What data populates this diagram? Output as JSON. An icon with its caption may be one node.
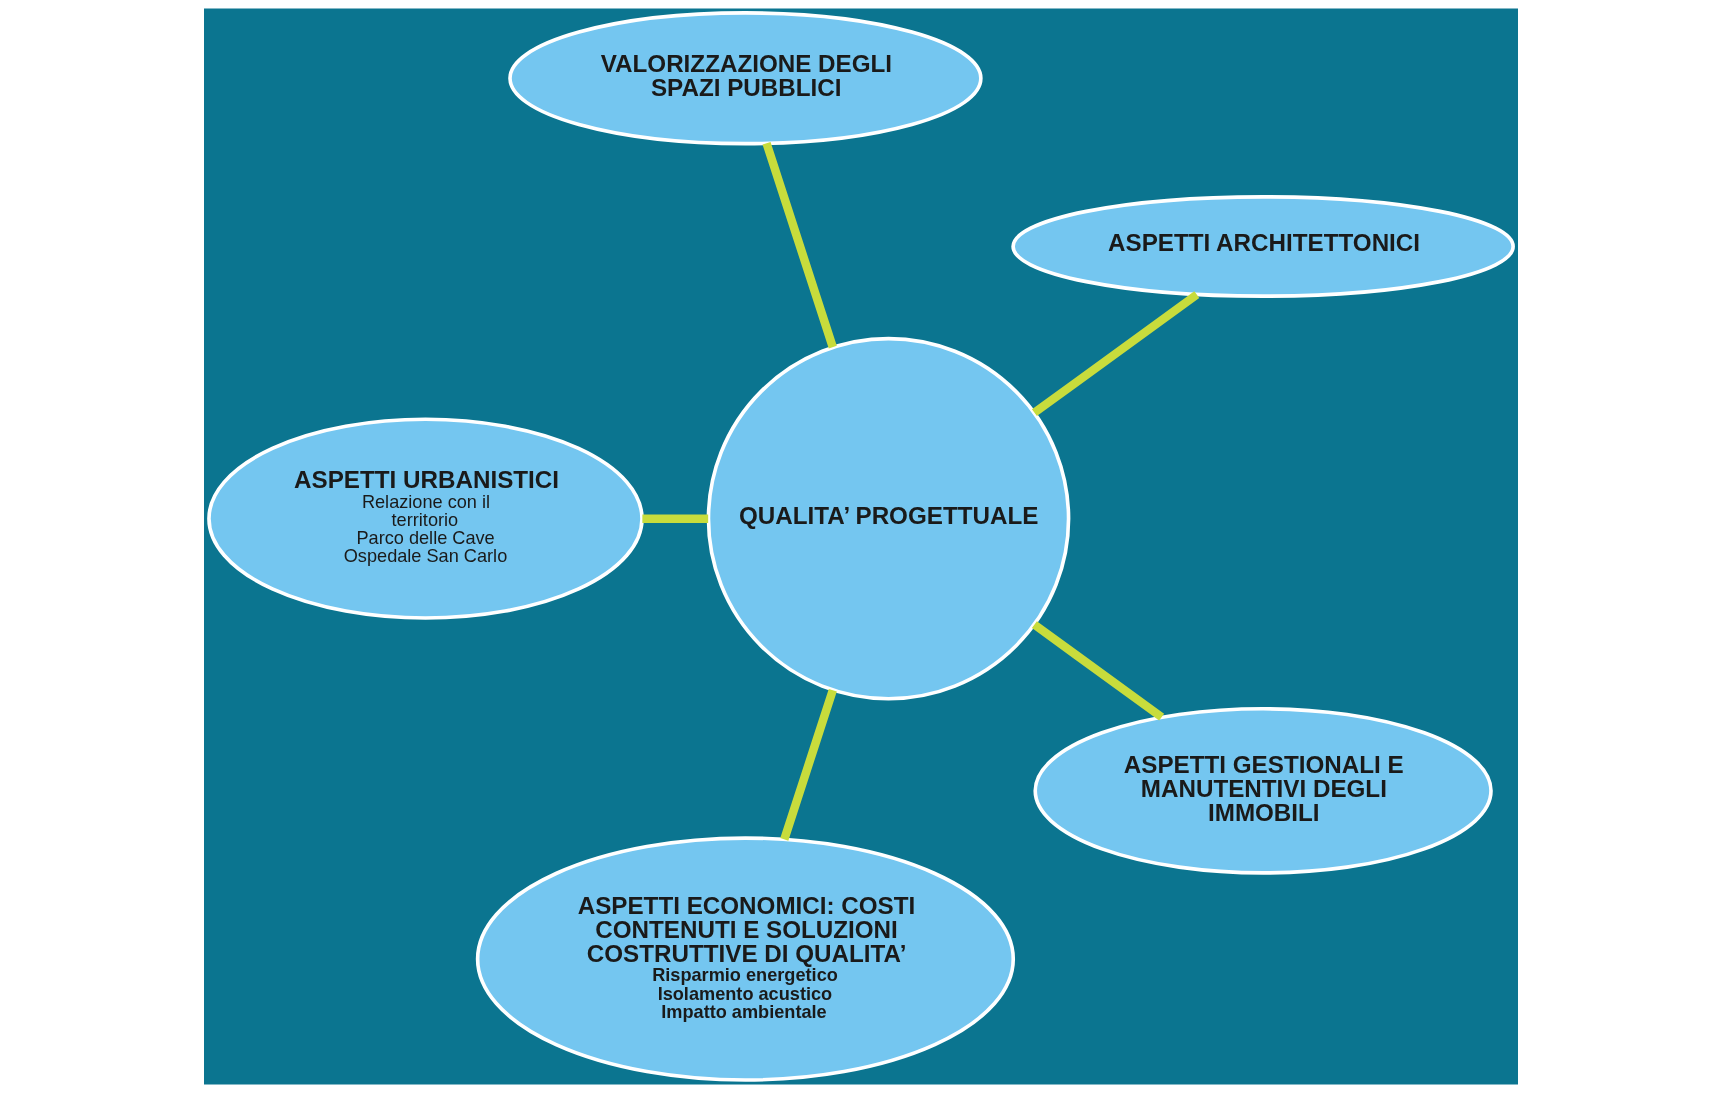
{
  "diagram": {
    "nodes": [
      {
        "text": [
          "ASPETTI ARCHITETTONICI"
        ]
      },
      {
        "text": [
          "VALORIZZAZIONE DEGLI SPAZI PUBBLICI"
        ]
      },
      {
        "text": [
          "QUALITA’ PROGETTUALE"
        ]
      },
      {
        "text": [
          "ASPETTI URBANISTICI",
          "Relazione con il territorio",
          "Parco delle Cave",
          "Ospedale San Carlo"
        ]
      },
      {
        "text": [
          "ASPETTI ECONOMICI: COSTI CONTENUTI E SOLUZIONI COSTRUTTIVE DI QUALITA’",
          "Risparmio energetico",
          "Isolamento acustico",
          "Impatto ambientale"
        ]
      },
      {
        "text": [
          "ASPETTI GESTIONALI E MANUTENTIVI DEGLI IMMOBILI"
        ]
      }
    ],
    "edges": [
      {
        "from": 2,
        "to": 0,
        "arrow": "none"
      },
      {
        "from": 2,
        "to": 1,
        "arrow": "none"
      },
      {
        "from": 2,
        "to": 3,
        "arrow": "none"
      },
      {
        "from": 2,
        "to": 4,
        "arrow": "none"
      },
      {
        "from": 2,
        "to": 5,
        "arrow": "none"
      }
    ]
  }
}
